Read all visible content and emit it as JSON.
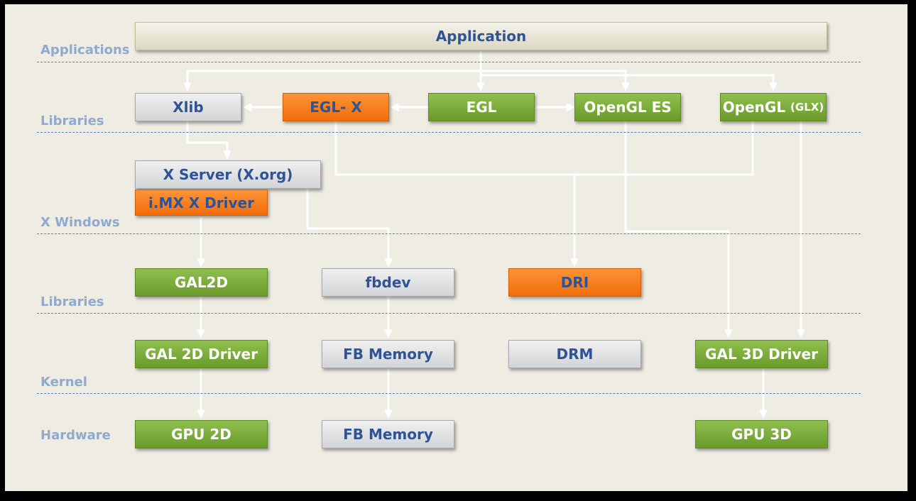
{
  "layers": {
    "applications": "Applications",
    "libraries_top": "Libraries",
    "x_windows": "X Windows",
    "libraries_bottom": "Libraries",
    "kernel": "Kernel",
    "hardware": "Hardware"
  },
  "boxes": {
    "application": "Application",
    "xlib": "Xlib",
    "egl_x": "EGL- X",
    "egl": "EGL",
    "opengl_es": "OpenGL ES",
    "opengl_glx_main": "OpenGL",
    "opengl_glx_suffix": "(GLX)",
    "x_server": "X Server (X.org)",
    "imx_x_driver": "i.MX X Driver",
    "gal2d": "GAL2D",
    "fbdev": "fbdev",
    "dri": "DRI",
    "gal_2d_driver": "GAL 2D Driver",
    "fb_memory_kernel": "FB Memory",
    "drm": "DRM",
    "gal_3d_driver": "GAL 3D Driver",
    "gpu_2d": "GPU 2D",
    "fb_memory_hw": "FB Memory",
    "gpu_3d": "GPU 3D"
  },
  "colors": {
    "background": "#eeece3",
    "label_text": "#8faacc",
    "separator": "#5b7fbd",
    "box_text": "#2e5396",
    "green": "#7aab36",
    "orange": "#f57d1a",
    "gray": "#e2e3e5"
  }
}
